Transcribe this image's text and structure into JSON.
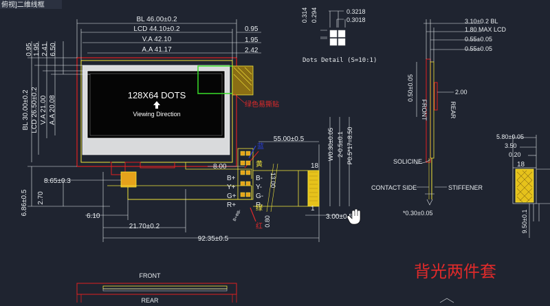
{
  "title": {
    "tab": "俯视]二维线框"
  },
  "colors": {
    "background": "#1f2430",
    "dimension": "#e8ecef",
    "outline_yellow": "#f5e83a",
    "outline_red": "#e02020",
    "highlight_green": "#3adf2a",
    "cad_blue": "#2a3fd8",
    "annotation_red": "#e02a2a",
    "pad_orange": "#e6a21b"
  },
  "main_view": {
    "display_text": "128X64 DOTS",
    "viewing_direction": "Viewing Direction",
    "green_note": "绿色易撕贴",
    "top_dims": {
      "bl": "BL 46.00±0.2",
      "lcd": "LCD 44.10±0.2",
      "va": "V.A 42.10",
      "aa": "A.A 41.17",
      "r1": "0.95",
      "r2": "1.95",
      "r3": "2.42"
    },
    "left_vertical_dims": {
      "d1": "0.95",
      "d2": "1.95",
      "d3": "2.41",
      "d4": "6.50",
      "bl": "BL 30.00±0.2",
      "lcd": "LCD 26.50±0.2",
      "va": "V.A 21.00",
      "aa": "A.A 20.08"
    },
    "bottom_dims": {
      "d865": "8.65±0.3",
      "d800": "8.00",
      "d270": "2.70",
      "d686": "6.86±0.5",
      "d610": "6.10",
      "d2170": "21.70±0.2",
      "d9235": "92.35±0.5"
    },
    "fpc_dims": {
      "d5500": "55.00±0.5",
      "w030": "W0.30±0.05",
      "d205": "2-0.5±0.1",
      "p05": "P0.5*17=8.50",
      "d1300": "13.00",
      "d080": "0.80",
      "d300": "3.00±0.5",
      "pin18": "18",
      "pin1": "1"
    },
    "pads_left": [
      "B+",
      "Y+",
      "G+",
      "R+"
    ],
    "pads_right": [
      "B-",
      "Y-",
      "G-",
      "R-"
    ],
    "color_labels": {
      "blue": "蓝",
      "yellow": "黄",
      "green": "绿",
      "red": "红"
    },
    "small_note": "B+ΦB-"
  },
  "dots_detail": {
    "caption": "Dots Detail  (S=10:1)",
    "d0314": "0.314",
    "d0294": "0.294",
    "d3218": "0.3218",
    "d3018": "0.3018"
  },
  "side_view": {
    "dims": {
      "bl": "3.10±0.2 BL",
      "lcd": "1.80 MAX LCD",
      "d055a": "0.55±0.05",
      "d055b": "0.55±0.05",
      "d200": "2.00",
      "d050": "0.50±0.05",
      "d030": "*0.30±0.05"
    },
    "labels": {
      "front": "FRONT",
      "rear": "REAR",
      "solicine": "SOLICINE",
      "contact_side": "CONTACT SIDE",
      "stiffener": "STIFFENER"
    }
  },
  "right_detail": {
    "d580": "5.80±0.05",
    "d350": "3.50",
    "d020": "0.20",
    "pin18": "18",
    "d950": "9.50±0.1"
  },
  "bottom_view": {
    "front": "FRONT",
    "rear": "REAR"
  },
  "note_red": "背光两件套"
}
